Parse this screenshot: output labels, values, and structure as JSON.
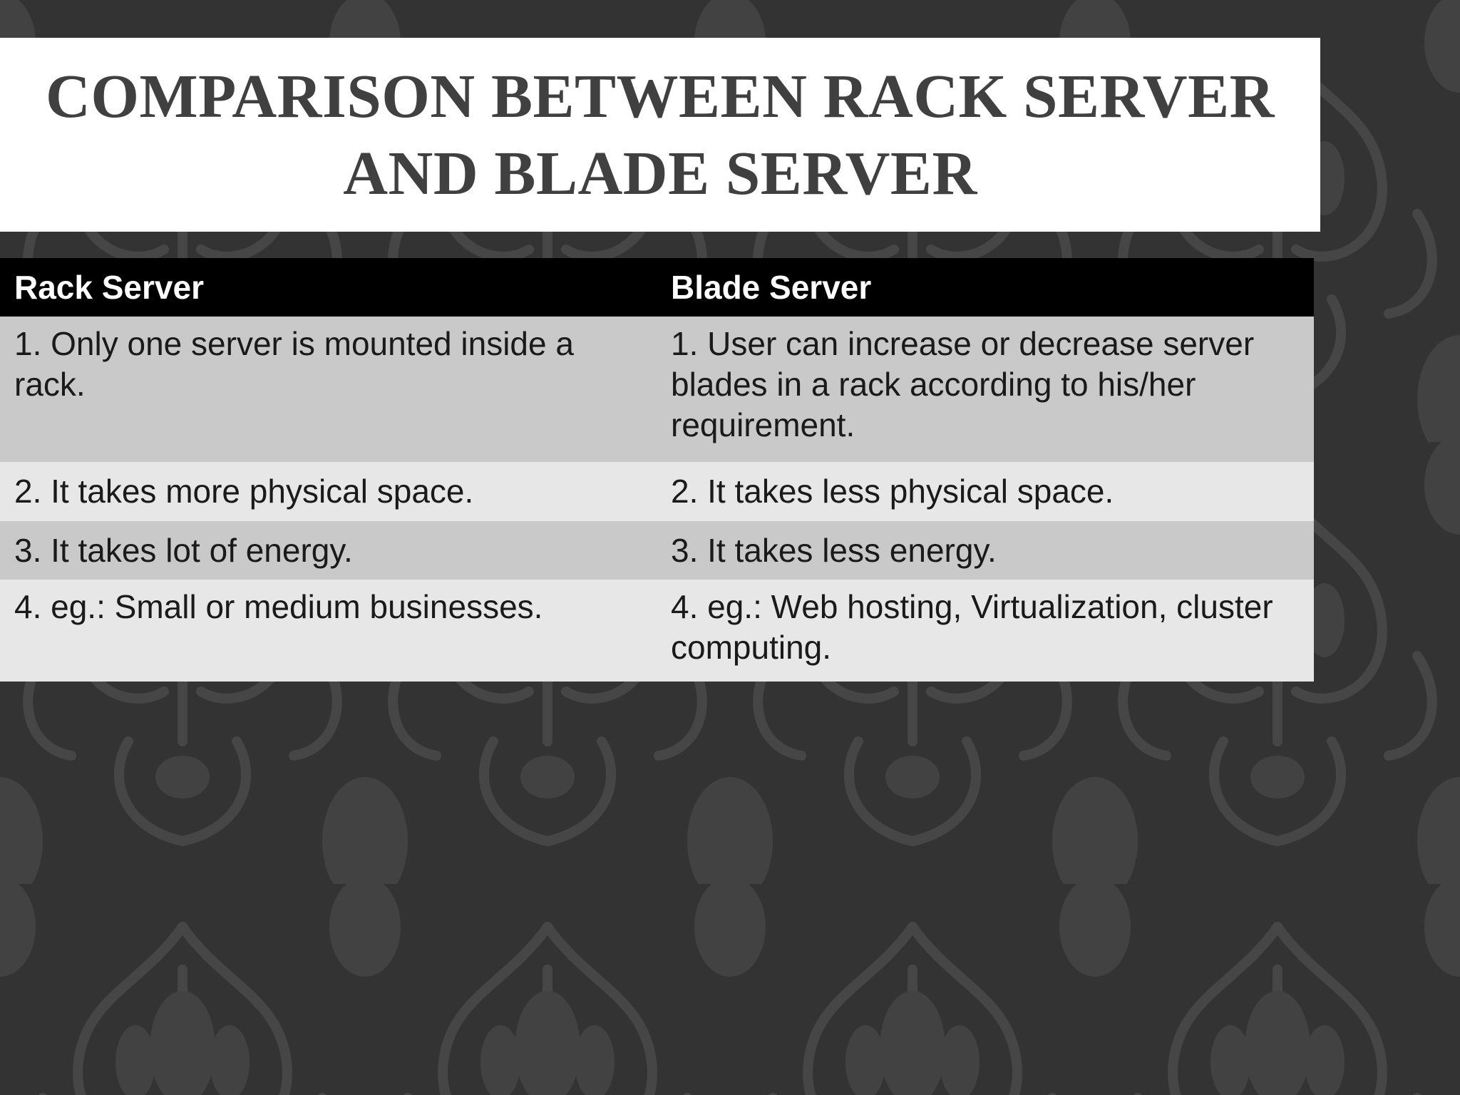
{
  "slide": {
    "title": "COMPARISON BETWEEN RACK SERVER AND BLADE SERVER"
  },
  "table": {
    "headers": [
      "Rack Server",
      "Blade Server"
    ],
    "rows": [
      [
        "1. Only one server is mounted inside a rack.",
        "1. User can increase or decrease server blades in a rack according to his/her requirement."
      ],
      [
        "2. It takes more physical space.",
        "2. It takes less physical space."
      ],
      [
        "3. It takes lot of energy.",
        "3. It takes less energy."
      ],
      [
        "4. eg.: Small or medium businesses.",
        "4. eg.: Web hosting, Virtualization, cluster computing."
      ]
    ]
  },
  "colors": {
    "background": "#333333",
    "pattern": "#444444",
    "title_box": "#ffffff",
    "title_text": "#404040",
    "header_row": "#000000",
    "row_dark": "#c9c9c9",
    "row_light": "#e7e7e7"
  }
}
